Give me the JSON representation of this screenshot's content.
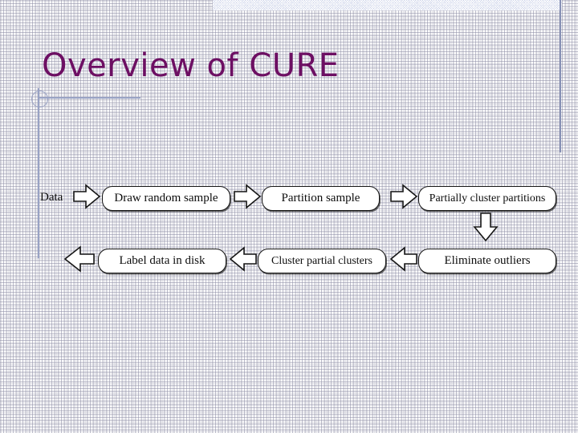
{
  "slide": {
    "title": "Overview of CURE",
    "title_color": "#6d0f63",
    "accent_color": "#8791b5",
    "band_color": "#c3cbe6",
    "background": "#ffffff"
  },
  "decorations": {
    "header_band": "header-band",
    "vertical_rule_right": "vertical-rule-icon",
    "vertical_rule_left": "vertical-rule-icon",
    "title_underline": "horizontal-rule-icon",
    "title_circle": "circle-icon"
  },
  "diagram": {
    "type": "flowchart",
    "start_label": "Data",
    "nodes": [
      {
        "id": "draw-random-sample",
        "label": "Draw random sample",
        "row": 1,
        "order": 1
      },
      {
        "id": "partition-sample",
        "label": "Partition sample",
        "row": 1,
        "order": 2
      },
      {
        "id": "partially-cluster-partitions",
        "label": "Partially cluster partitions",
        "row": 1,
        "order": 3
      },
      {
        "id": "eliminate-outliers",
        "label": "Eliminate outliers",
        "row": 2,
        "order": 1
      },
      {
        "id": "cluster-partial-clusters",
        "label": "Cluster partial clusters",
        "row": 2,
        "order": 2
      },
      {
        "id": "label-data-in-disk",
        "label": "Label data in disk",
        "row": 2,
        "order": 3
      }
    ],
    "arrows": [
      {
        "id": "arrow-data-to-draw",
        "direction": "right"
      },
      {
        "id": "arrow-draw-to-partition",
        "direction": "right"
      },
      {
        "id": "arrow-partition-to-partially",
        "direction": "right"
      },
      {
        "id": "arrow-partially-to-eliminate",
        "direction": "down"
      },
      {
        "id": "arrow-eliminate-to-cluster",
        "direction": "left"
      },
      {
        "id": "arrow-cluster-to-label",
        "direction": "left"
      },
      {
        "id": "arrow-label-to-output",
        "direction": "left"
      }
    ]
  }
}
